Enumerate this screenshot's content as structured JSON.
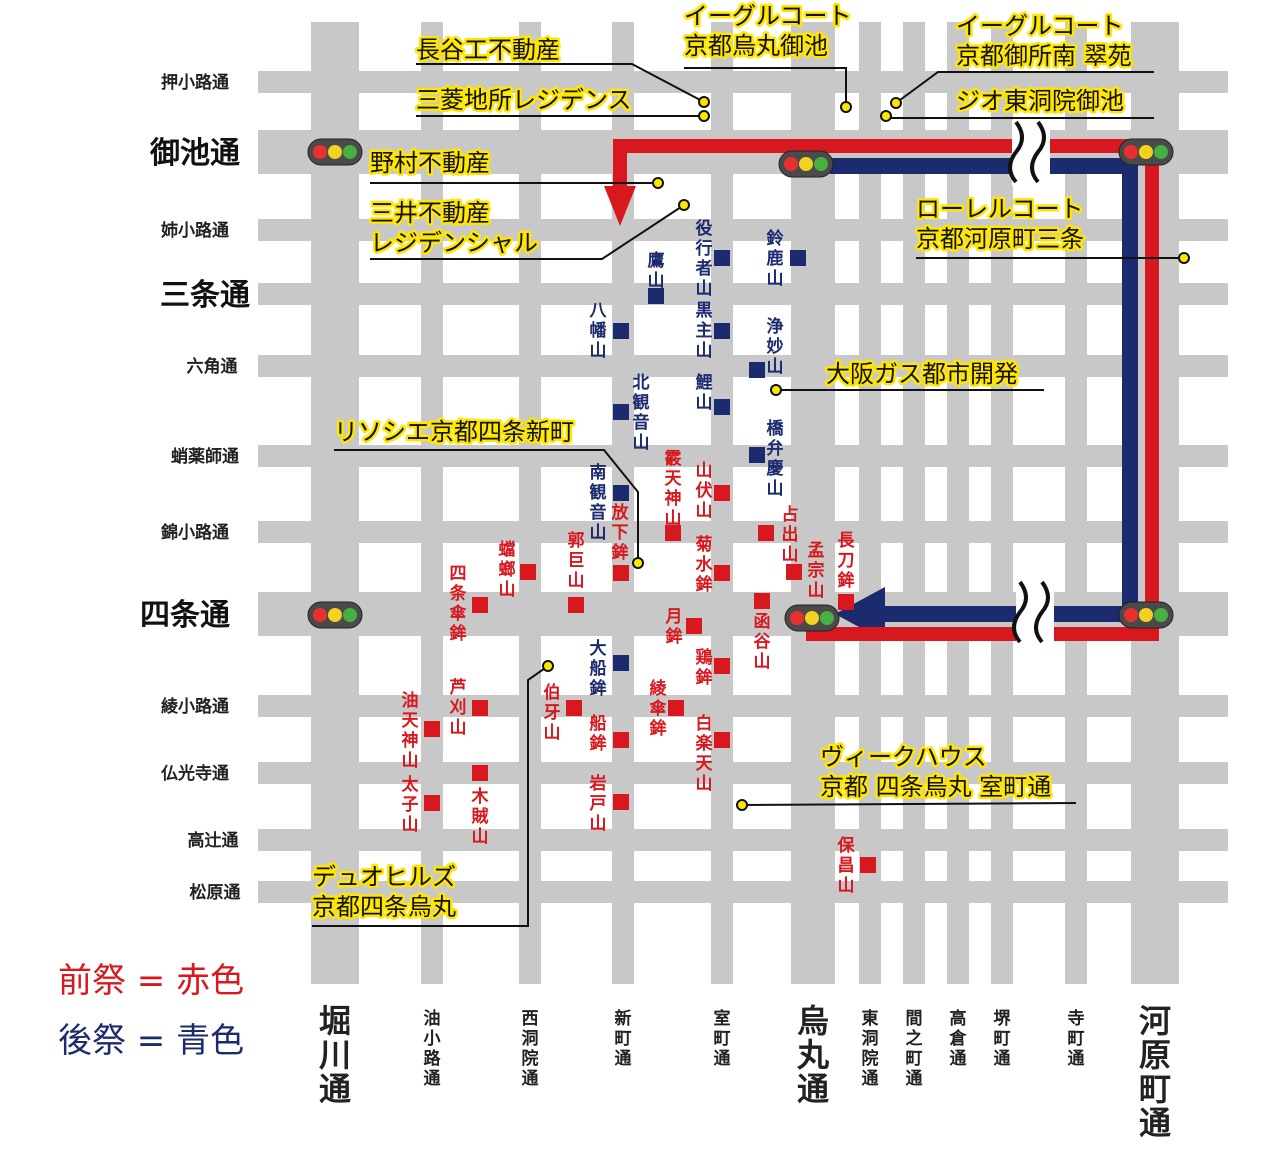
{
  "colors": {
    "street": "#c8c8c8",
    "zenmatsuri": "#d7191f",
    "atomatsuri": "#1c2a6e",
    "highlight": "#ffe600"
  },
  "streets_horizontal": [
    {
      "id": "oshikoji",
      "label": "押小路通",
      "size": "small"
    },
    {
      "id": "oike",
      "label": "御池通",
      "size": "big"
    },
    {
      "id": "anekoji",
      "label": "姉小路通",
      "size": "small"
    },
    {
      "id": "sanjo",
      "label": "三条通",
      "size": "big"
    },
    {
      "id": "rokkaku",
      "label": "六角通",
      "size": "small"
    },
    {
      "id": "takoyakushi",
      "label": "蛸薬師通",
      "size": "small"
    },
    {
      "id": "nishikikoji",
      "label": "錦小路通",
      "size": "small"
    },
    {
      "id": "shijo",
      "label": "四条通",
      "size": "big"
    },
    {
      "id": "ayanokoji",
      "label": "綾小路通",
      "size": "small"
    },
    {
      "id": "bukkoji",
      "label": "仏光寺通",
      "size": "small"
    },
    {
      "id": "takatsuji",
      "label": "高辻通",
      "size": "small"
    },
    {
      "id": "matsubara",
      "label": "松原通",
      "size": "small"
    }
  ],
  "streets_vertical": [
    {
      "id": "horikawa",
      "label": "堀川通",
      "size": "big"
    },
    {
      "id": "aburanokoji",
      "label": "油小路通",
      "size": "small"
    },
    {
      "id": "nishinotoin",
      "label": "西洞院通",
      "size": "small"
    },
    {
      "id": "shinmachi",
      "label": "新町通",
      "size": "small"
    },
    {
      "id": "muromachi",
      "label": "室町通",
      "size": "small"
    },
    {
      "id": "karasuma",
      "label": "烏丸通",
      "size": "big"
    },
    {
      "id": "higashinotoin",
      "label": "東洞院通",
      "size": "small"
    },
    {
      "id": "ainomachi",
      "label": "間之町通",
      "size": "small"
    },
    {
      "id": "takakura",
      "label": "高倉通",
      "size": "small"
    },
    {
      "id": "sakaimachi",
      "label": "堺町通",
      "size": "small"
    },
    {
      "id": "teramachi",
      "label": "寺町通",
      "size": "small"
    },
    {
      "id": "kawaramachi",
      "label": "河原町通",
      "size": "big"
    }
  ],
  "floats": [
    {
      "name": "役行者山",
      "festival": "ato"
    },
    {
      "name": "鈴鹿山",
      "festival": "ato"
    },
    {
      "name": "鷹山",
      "festival": "ato"
    },
    {
      "name": "八幡山",
      "festival": "ato"
    },
    {
      "name": "黒主山",
      "festival": "ato"
    },
    {
      "name": "浄妙山",
      "festival": "ato"
    },
    {
      "name": "北観音山",
      "festival": "ato"
    },
    {
      "name": "鯉山",
      "festival": "ato"
    },
    {
      "name": "橋弁慶山",
      "festival": "ato"
    },
    {
      "name": "南観音山",
      "festival": "ato"
    },
    {
      "name": "大船鉾",
      "festival": "ato"
    },
    {
      "name": "霰天神山",
      "festival": "zen"
    },
    {
      "name": "山伏山",
      "festival": "zen"
    },
    {
      "name": "放下鉾",
      "festival": "zen"
    },
    {
      "name": "占出山",
      "festival": "zen"
    },
    {
      "name": "長刀鉾",
      "festival": "zen"
    },
    {
      "name": "孟宗山",
      "festival": "zen"
    },
    {
      "name": "菊水鉾",
      "festival": "zen"
    },
    {
      "name": "郭巨山",
      "festival": "zen"
    },
    {
      "name": "蟷螂山",
      "festival": "zen"
    },
    {
      "name": "四条傘鉾",
      "festival": "zen"
    },
    {
      "name": "函谷山",
      "festival": "zen"
    },
    {
      "name": "月鉾",
      "festival": "zen"
    },
    {
      "name": "鶏鉾",
      "festival": "zen"
    },
    {
      "name": "油天神山",
      "festival": "zen"
    },
    {
      "name": "芦刈山",
      "festival": "zen"
    },
    {
      "name": "伯牙山",
      "festival": "zen"
    },
    {
      "name": "綾傘鉾",
      "festival": "zen"
    },
    {
      "name": "船鉾",
      "festival": "zen"
    },
    {
      "name": "白楽天山",
      "festival": "zen"
    },
    {
      "name": "太子山",
      "festival": "zen"
    },
    {
      "name": "木賊山",
      "festival": "zen"
    },
    {
      "name": "岩戸山",
      "festival": "zen"
    },
    {
      "name": "保昌山",
      "festival": "zen"
    }
  ],
  "buildings": [
    {
      "lines": [
        "長谷工不動産"
      ]
    },
    {
      "lines": [
        "三菱地所レジデンス"
      ]
    },
    {
      "lines": [
        "イーグルコート",
        "京都烏丸御池"
      ]
    },
    {
      "lines": [
        "イーグルコート",
        "京都御所南 翠苑"
      ]
    },
    {
      "lines": [
        "ジオ東洞院御池"
      ]
    },
    {
      "lines": [
        "野村不動産"
      ]
    },
    {
      "lines": [
        "三井不動産",
        "レジデンシャル"
      ]
    },
    {
      "lines": [
        "ローレルコート",
        "京都河原町三条"
      ]
    },
    {
      "lines": [
        "大阪ガス都市開発"
      ]
    },
    {
      "lines": [
        "リソシエ京都四条新町"
      ]
    },
    {
      "lines": [
        "ヴィークハウス",
        "京都 四条烏丸 室町通"
      ]
    },
    {
      "lines": [
        "デュオヒルズ",
        "京都四条烏丸"
      ]
    }
  ],
  "legend": {
    "zen_label": "前祭 = 赤色",
    "ato_label": "後祭 = 青色"
  }
}
